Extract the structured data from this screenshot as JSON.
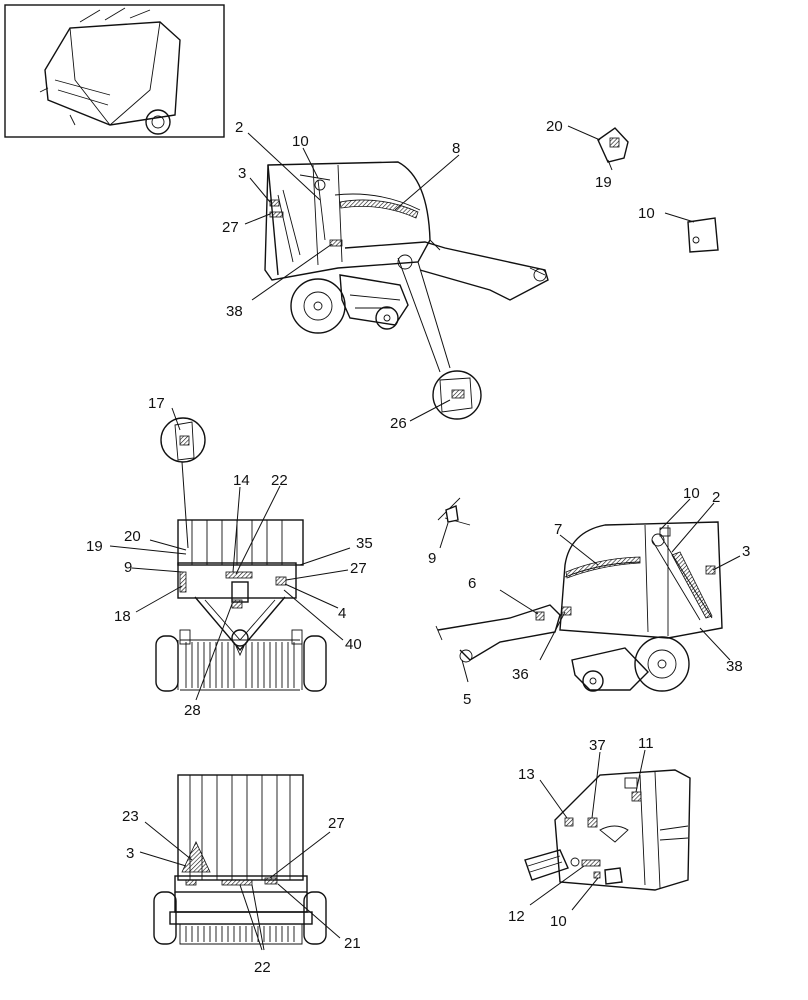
{
  "colors": {
    "line": "#111111",
    "background": "#ffffff"
  },
  "callouts": {
    "v1": [
      "2",
      "10",
      "8",
      "3",
      "27",
      "38",
      "26"
    ],
    "v2": [
      "20",
      "19",
      "10"
    ],
    "v3": [
      "17",
      "14",
      "22",
      "35",
      "20",
      "19",
      "9",
      "27",
      "18",
      "4",
      "40",
      "28"
    ],
    "v4": [
      "10",
      "2",
      "7",
      "9",
      "3",
      "6",
      "36",
      "38",
      "5"
    ],
    "v5": [
      "23",
      "27",
      "3",
      "21",
      "22"
    ],
    "v6": [
      "37",
      "11",
      "13",
      "12",
      "10"
    ]
  }
}
